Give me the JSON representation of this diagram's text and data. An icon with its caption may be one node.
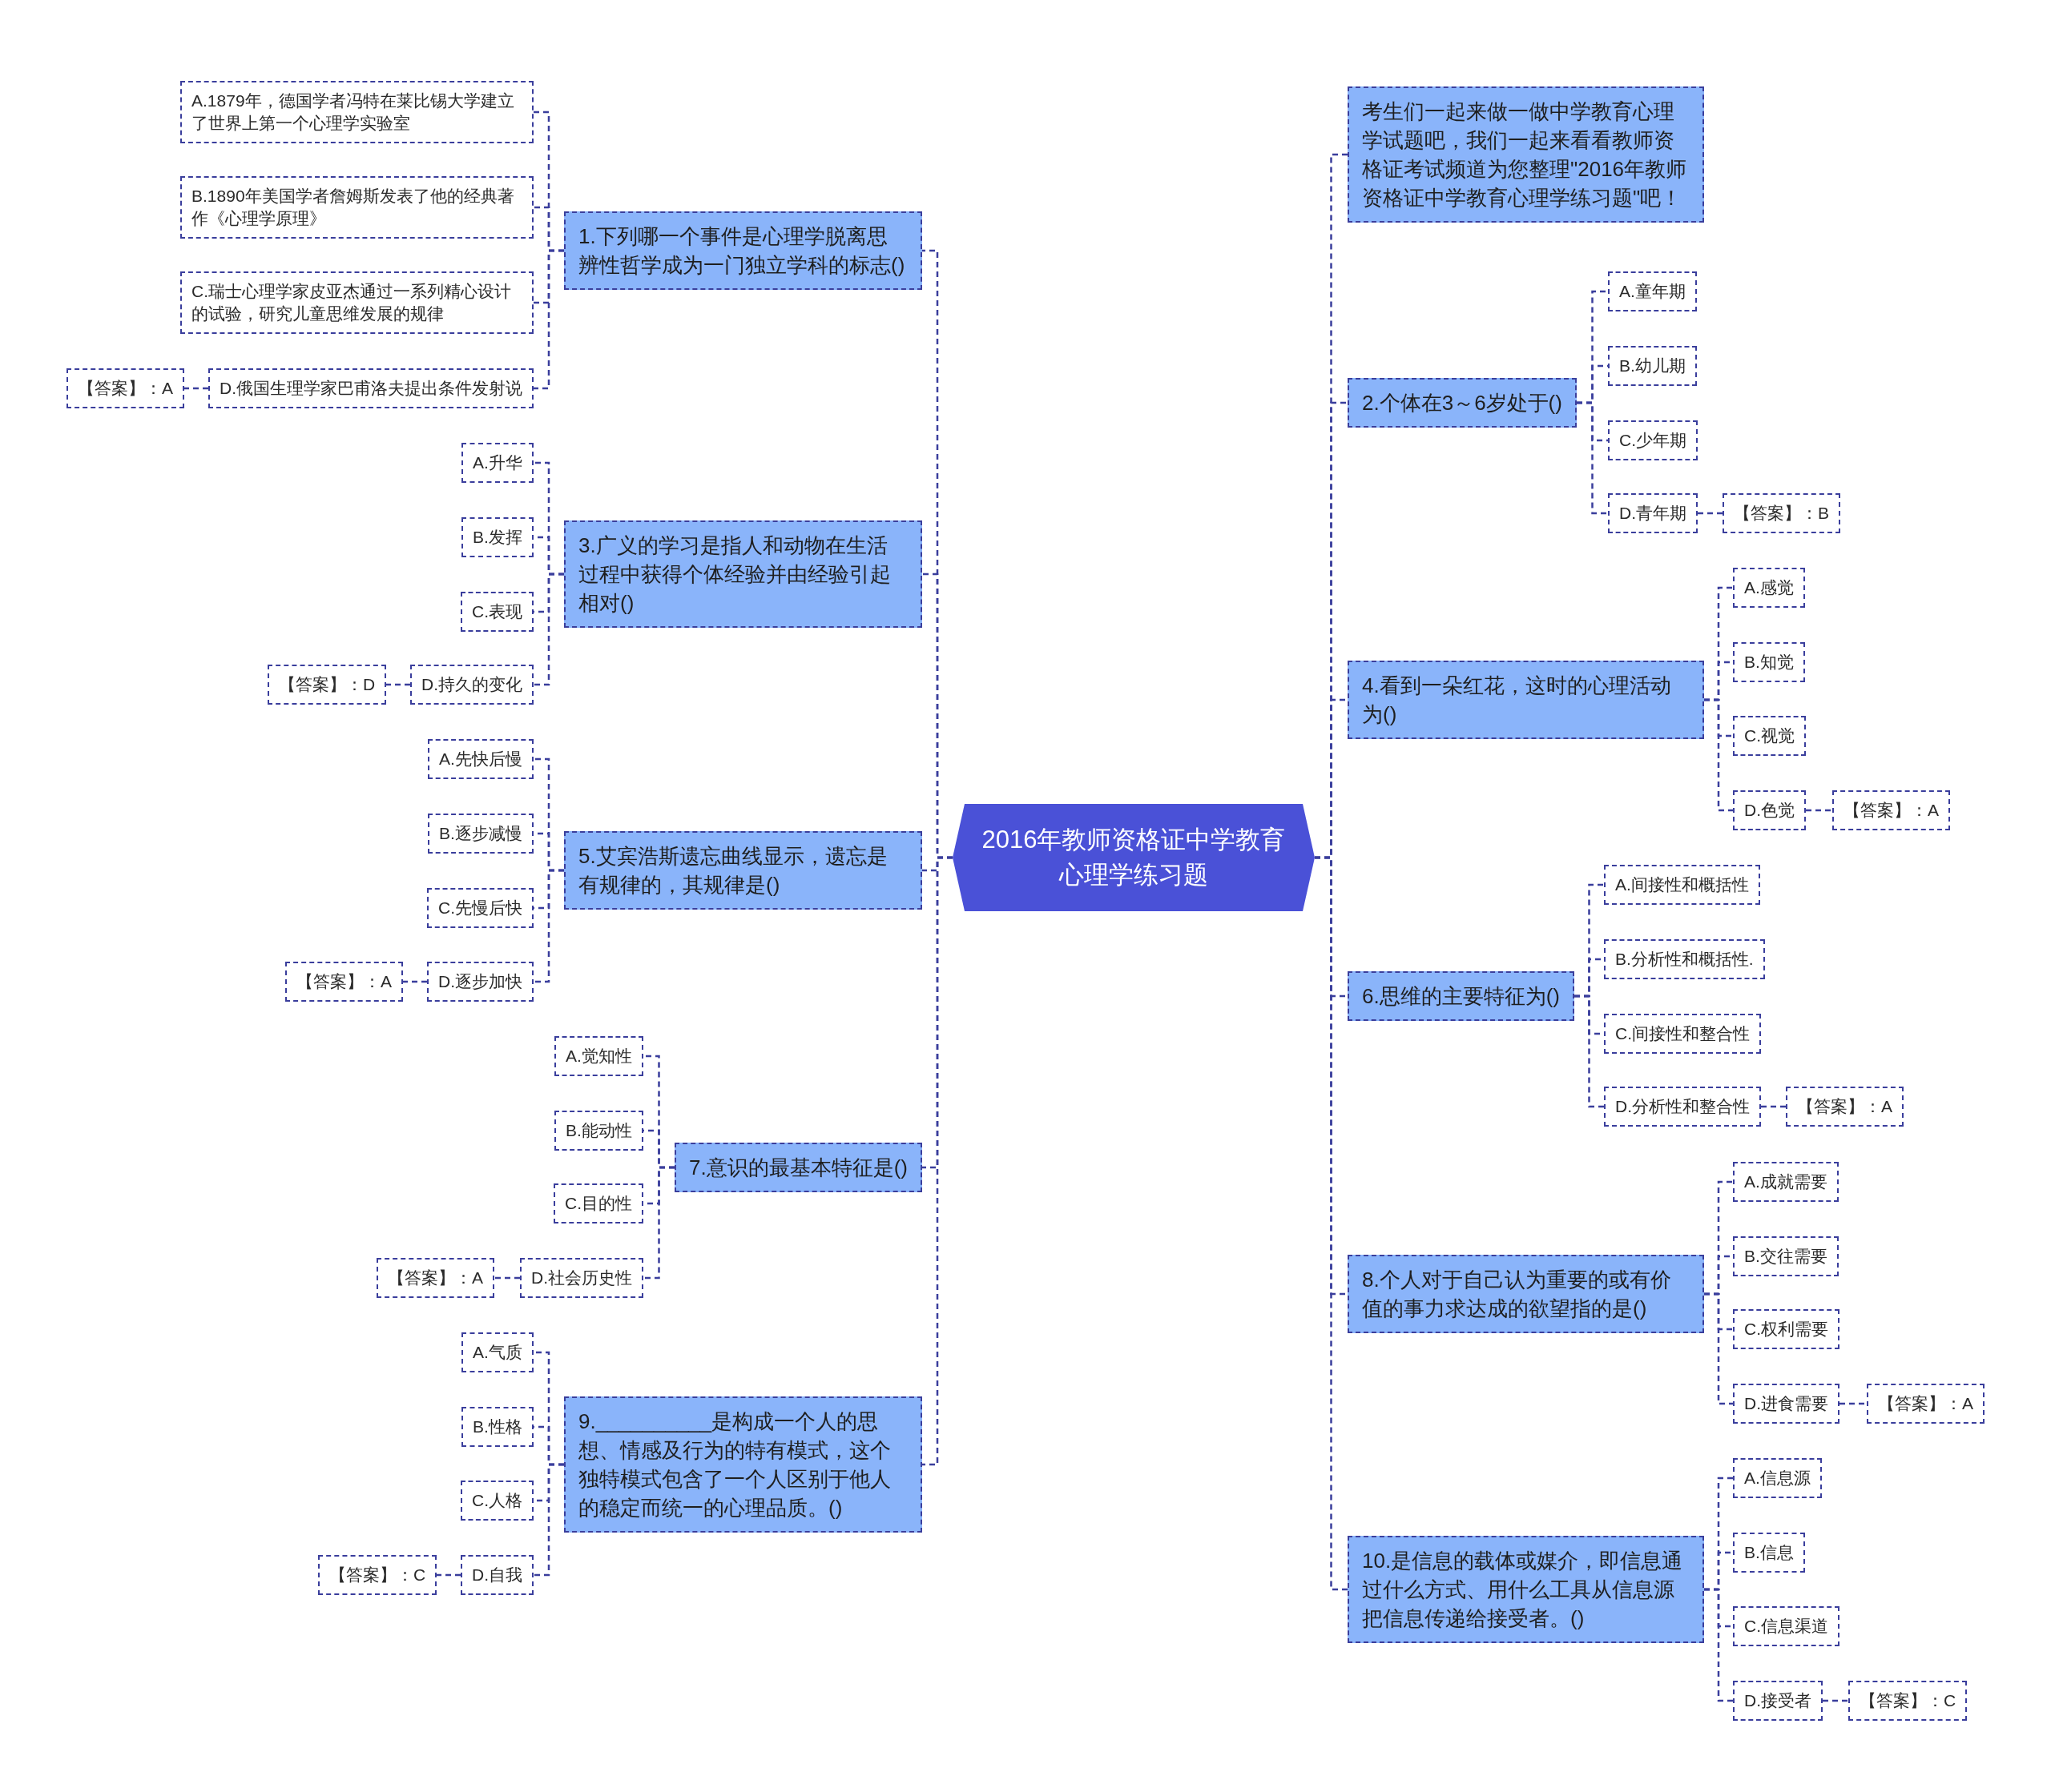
{
  "diagram": {
    "nodes": [
      {
        "text": [
          "2016年教师资格证中学教育心理学练习题"
        ]
      },
      {
        "text": [
          "考生们一起来做一做中学教育心理学试题吧，我们一起来看看教师资格证考试频道为您整理\"2016年教师资格证中学教育心理学练习题\"吧！"
        ]
      },
      {
        "text": [
          "1.下列哪一个事件是心理学脱离思辨性哲学成为一门独立学科的标志()"
        ]
      },
      {
        "text": [
          "A.1879年，德国学者冯特在莱比锡大学建立了世界上第一个心理学实验室"
        ]
      },
      {
        "text": [
          "B.1890年美国学者詹姆斯发表了他的经典著作《心理学原理》"
        ]
      },
      {
        "text": [
          "C.瑞士心理学家皮亚杰通过一系列精心设计的试验，研究儿童思维发展的规律"
        ]
      },
      {
        "text": [
          "D.俄国生理学家巴甫洛夫提出条件发射说"
        ]
      },
      {
        "text": [
          "【答案】：A"
        ]
      },
      {
        "text": [
          "2.个体在3～6岁处于()"
        ]
      },
      {
        "text": [
          "A.童年期"
        ]
      },
      {
        "text": [
          "B.幼儿期"
        ]
      },
      {
        "text": [
          "C.少年期"
        ]
      },
      {
        "text": [
          "D.青年期"
        ]
      },
      {
        "text": [
          "【答案】：B"
        ]
      },
      {
        "text": [
          "3.广义的学习是指人和动物在生活过程中获得个体经验并由经验引起相对()"
        ]
      },
      {
        "text": [
          "A.升华"
        ]
      },
      {
        "text": [
          "B.发挥"
        ]
      },
      {
        "text": [
          "C.表现"
        ]
      },
      {
        "text": [
          "D.持久的变化"
        ]
      },
      {
        "text": [
          "【答案】：D"
        ]
      },
      {
        "text": [
          "4.看到一朵红花，这时的心理活动为()"
        ]
      },
      {
        "text": [
          "A.感觉"
        ]
      },
      {
        "text": [
          "B.知觉"
        ]
      },
      {
        "text": [
          "C.视觉"
        ]
      },
      {
        "text": [
          "D.色觉"
        ]
      },
      {
        "text": [
          "【答案】：A"
        ]
      },
      {
        "text": [
          "5.艾宾浩斯遗忘曲线显示，遗忘是有规律的，其规律是()"
        ]
      },
      {
        "text": [
          "A.先快后慢"
        ]
      },
      {
        "text": [
          "B.逐步减慢"
        ]
      },
      {
        "text": [
          "C.先慢后快"
        ]
      },
      {
        "text": [
          "D.逐步加快"
        ]
      },
      {
        "text": [
          "【答案】：A"
        ]
      },
      {
        "text": [
          "6.思维的主要特征为()"
        ]
      },
      {
        "text": [
          "A.间接性和概括性"
        ]
      },
      {
        "text": [
          "B.分析性和概括性."
        ]
      },
      {
        "text": [
          "C.间接性和整合性"
        ]
      },
      {
        "text": [
          "D.分析性和整合性"
        ]
      },
      {
        "text": [
          "【答案】：A"
        ]
      },
      {
        "text": [
          "7.意识的最基本特征是()"
        ]
      },
      {
        "text": [
          "A.觉知性"
        ]
      },
      {
        "text": [
          "B.能动性"
        ]
      },
      {
        "text": [
          "C.目的性"
        ]
      },
      {
        "text": [
          "D.社会历史性"
        ]
      },
      {
        "text": [
          "【答案】：A"
        ]
      },
      {
        "text": [
          "8.个人对于自己认为重要的或有价值的事力求达成的欲望指的是()"
        ]
      },
      {
        "text": [
          "A.成就需要"
        ]
      },
      {
        "text": [
          "B.交往需要"
        ]
      },
      {
        "text": [
          "C.权利需要"
        ]
      },
      {
        "text": [
          "D.进食需要"
        ]
      },
      {
        "text": [
          "【答案】：A"
        ]
      },
      {
        "text": [
          "9.__________是构成一个人的思想、情感及行为的特有模式，这个独特模式包含了一个人区别于他人的稳定而统一的心理品质。()"
        ]
      },
      {
        "text": [
          "A.气质"
        ]
      },
      {
        "text": [
          "B.性格"
        ]
      },
      {
        "text": [
          "C.人格"
        ]
      },
      {
        "text": [
          "D.自我"
        ]
      },
      {
        "text": [
          "【答案】：C"
        ]
      },
      {
        "text": [
          "10.是信息的载体或媒介，即信息通过什么方式、用什么工具从信息源把信息传递给接受者。()"
        ]
      },
      {
        "text": [
          "A.信息源"
        ]
      },
      {
        "text": [
          "B.信息"
        ]
      },
      {
        "text": [
          "C.信息渠道"
        ]
      },
      {
        "text": [
          "D.接受者"
        ]
      },
      {
        "text": [
          "【答案】：C"
        ]
      }
    ],
    "edges": [
      {
        "from": 0,
        "to": 1,
        "arrow": "none"
      },
      {
        "from": 0,
        "to": 2,
        "arrow": "none"
      },
      {
        "from": 2,
        "to": 3,
        "arrow": "none"
      },
      {
        "from": 2,
        "to": 4,
        "arrow": "none"
      },
      {
        "from": 2,
        "to": 5,
        "arrow": "none"
      },
      {
        "from": 2,
        "to": 6,
        "arrow": "none"
      },
      {
        "from": 6,
        "to": 7,
        "arrow": "none"
      },
      {
        "from": 0,
        "to": 8,
        "arrow": "none"
      },
      {
        "from": 8,
        "to": 9,
        "arrow": "none"
      },
      {
        "from": 8,
        "to": 10,
        "arrow": "none"
      },
      {
        "from": 8,
        "to": 11,
        "arrow": "none"
      },
      {
        "from": 8,
        "to": 12,
        "arrow": "none"
      },
      {
        "from": 12,
        "to": 13,
        "arrow": "none"
      },
      {
        "from": 0,
        "to": 14,
        "arrow": "none"
      },
      {
        "from": 14,
        "to": 15,
        "arrow": "none"
      },
      {
        "from": 14,
        "to": 16,
        "arrow": "none"
      },
      {
        "from": 14,
        "to": 17,
        "arrow": "none"
      },
      {
        "from": 14,
        "to": 18,
        "arrow": "none"
      },
      {
        "from": 18,
        "to": 19,
        "arrow": "none"
      },
      {
        "from": 0,
        "to": 20,
        "arrow": "none"
      },
      {
        "from": 20,
        "to": 21,
        "arrow": "none"
      },
      {
        "from": 20,
        "to": 22,
        "arrow": "none"
      },
      {
        "from": 20,
        "to": 23,
        "arrow": "none"
      },
      {
        "from": 20,
        "to": 24,
        "arrow": "none"
      },
      {
        "from": 24,
        "to": 25,
        "arrow": "none"
      },
      {
        "from": 0,
        "to": 26,
        "arrow": "none"
      },
      {
        "from": 26,
        "to": 27,
        "arrow": "none"
      },
      {
        "from": 26,
        "to": 28,
        "arrow": "none"
      },
      {
        "from": 26,
        "to": 29,
        "arrow": "none"
      },
      {
        "from": 26,
        "to": 30,
        "arrow": "none"
      },
      {
        "from": 30,
        "to": 31,
        "arrow": "none"
      },
      {
        "from": 0,
        "to": 32,
        "arrow": "none"
      },
      {
        "from": 32,
        "to": 33,
        "arrow": "none"
      },
      {
        "from": 32,
        "to": 34,
        "arrow": "none"
      },
      {
        "from": 32,
        "to": 35,
        "arrow": "none"
      },
      {
        "from": 32,
        "to": 36,
        "arrow": "none"
      },
      {
        "from": 36,
        "to": 37,
        "arrow": "none"
      },
      {
        "from": 0,
        "to": 38,
        "arrow": "none"
      },
      {
        "from": 38,
        "to": 39,
        "arrow": "none"
      },
      {
        "from": 38,
        "to": 40,
        "arrow": "none"
      },
      {
        "from": 38,
        "to": 41,
        "arrow": "none"
      },
      {
        "from": 38,
        "to": 42,
        "arrow": "none"
      },
      {
        "from": 42,
        "to": 43,
        "arrow": "none"
      },
      {
        "from": 0,
        "to": 44,
        "arrow": "none"
      },
      {
        "from": 44,
        "to": 45,
        "arrow": "none"
      },
      {
        "from": 44,
        "to": 46,
        "arrow": "none"
      },
      {
        "from": 44,
        "to": 47,
        "arrow": "none"
      },
      {
        "from": 44,
        "to": 48,
        "arrow": "none"
      },
      {
        "from": 48,
        "to": 49,
        "arrow": "none"
      },
      {
        "from": 0,
        "to": 50,
        "arrow": "none"
      },
      {
        "from": 50,
        "to": 51,
        "arrow": "none"
      },
      {
        "from": 50,
        "to": 52,
        "arrow": "none"
      },
      {
        "from": 50,
        "to": 53,
        "arrow": "none"
      },
      {
        "from": 50,
        "to": 54,
        "arrow": "none"
      },
      {
        "from": 54,
        "to": 55,
        "arrow": "none"
      },
      {
        "from": 0,
        "to": 56,
        "arrow": "none"
      },
      {
        "from": 56,
        "to": 57,
        "arrow": "none"
      },
      {
        "from": 56,
        "to": 58,
        "arrow": "none"
      },
      {
        "from": 56,
        "to": 59,
        "arrow": "none"
      },
      {
        "from": 56,
        "to": 60,
        "arrow": "none"
      },
      {
        "from": 60,
        "to": 61,
        "arrow": "none"
      }
    ]
  }
}
